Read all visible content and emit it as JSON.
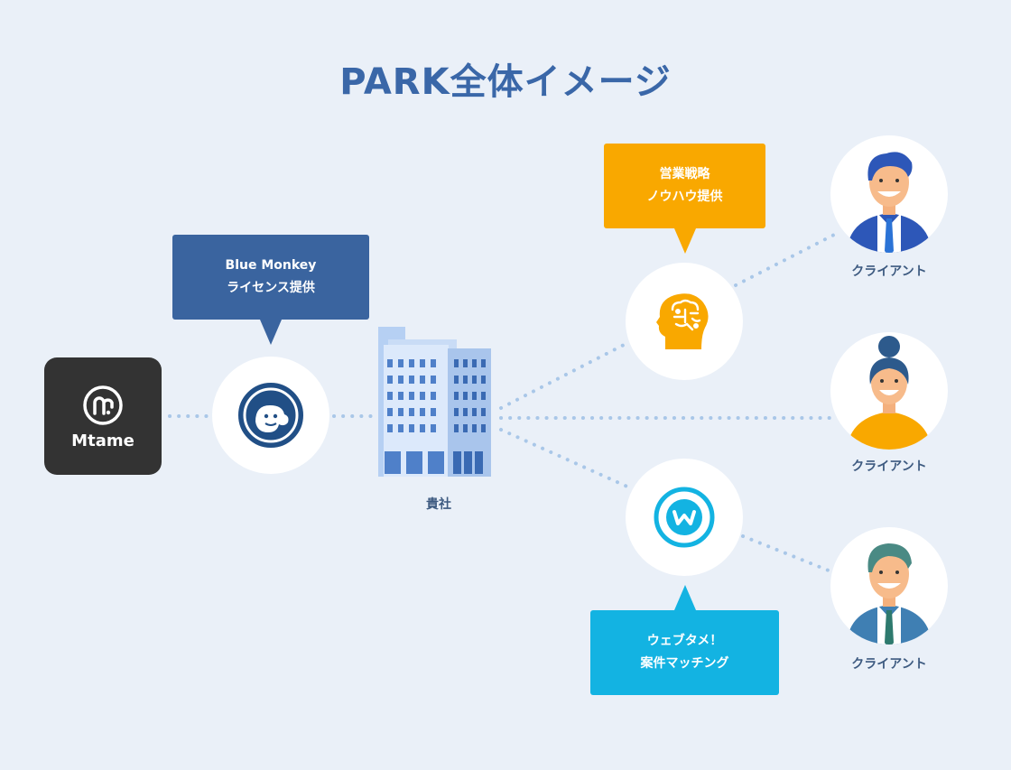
{
  "title": "PARK全体イメージ",
  "nodes": {
    "mtame": {
      "label": "Mtame"
    },
    "company": {
      "label": "貴社"
    },
    "blue_monkey": {
      "line1": "Blue Monkey",
      "line2": "ライセンス提供"
    },
    "sales": {
      "line1": "営業戦略",
      "line2": "ノウハウ提供"
    },
    "webtame": {
      "line1": "ウェブタメ！",
      "line2": "案件マッチング"
    }
  },
  "clients": [
    {
      "label": "クライアント"
    },
    {
      "label": "クライアント"
    },
    {
      "label": "クライアント"
    }
  ],
  "colors": {
    "title": "#3a67a8",
    "blue_monkey": "#3a649f",
    "sales": "#f9a800",
    "webtame": "#13b3e2",
    "connector": "#a9c7e8"
  }
}
